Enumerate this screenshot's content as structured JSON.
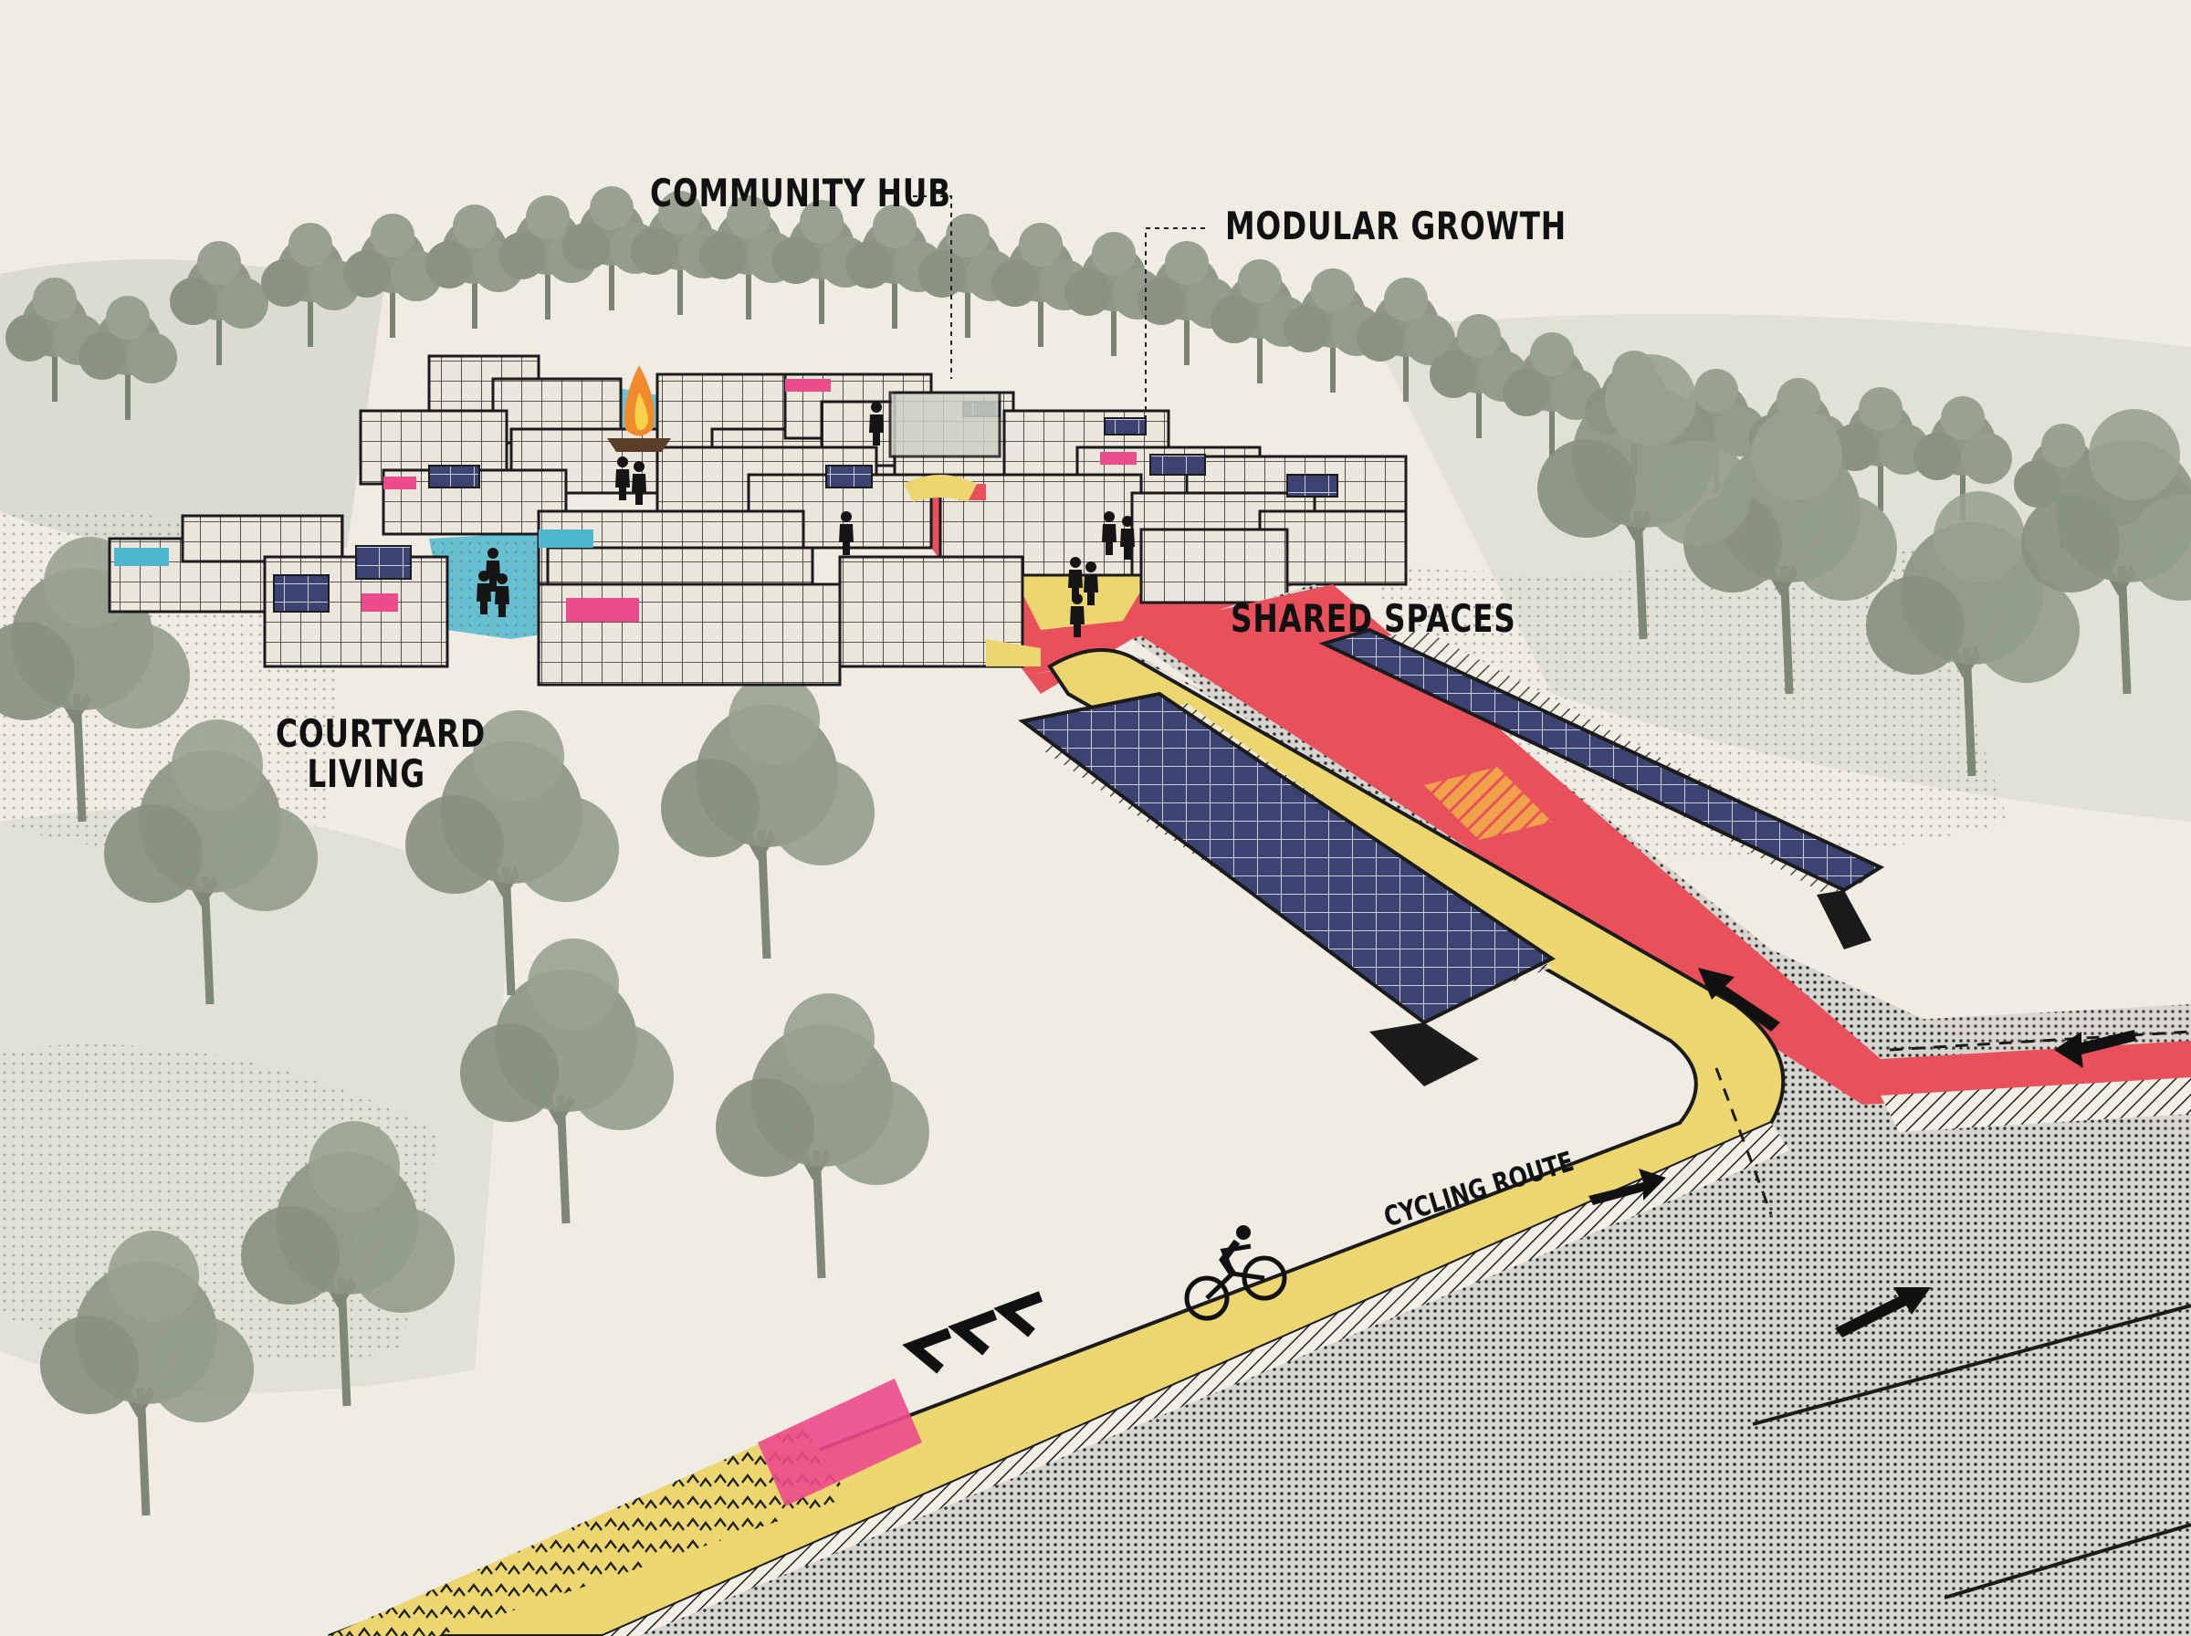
{
  "labels": {
    "community_hub": "COMMUNITY HUB",
    "modular_growth": "MODULAR GROWTH",
    "shared_spaces": "SHARED SPACES",
    "courtyard_living_line1": "COURTYARD",
    "courtyard_living_line2": "LIVING",
    "cycling_route": "CYCLING ROUTE"
  },
  "colors": {
    "paper": "#efece3",
    "tree": "#8f9887",
    "building": "#ebe7dc",
    "outline": "#1b1b1b",
    "solar": "#3c4370",
    "pink": "#ec4b8c",
    "red_path": "#e8505b",
    "yellow_path": "#ecd66f",
    "cyan_courtyard": "#4fb8cf",
    "road": "#c9c7c2"
  },
  "icons": [
    "campfire-icon",
    "cyclist-icon",
    "direction-arrow-icon",
    "chevron-icon",
    "solar-panel-icon",
    "tree-icon",
    "person-icon"
  ]
}
